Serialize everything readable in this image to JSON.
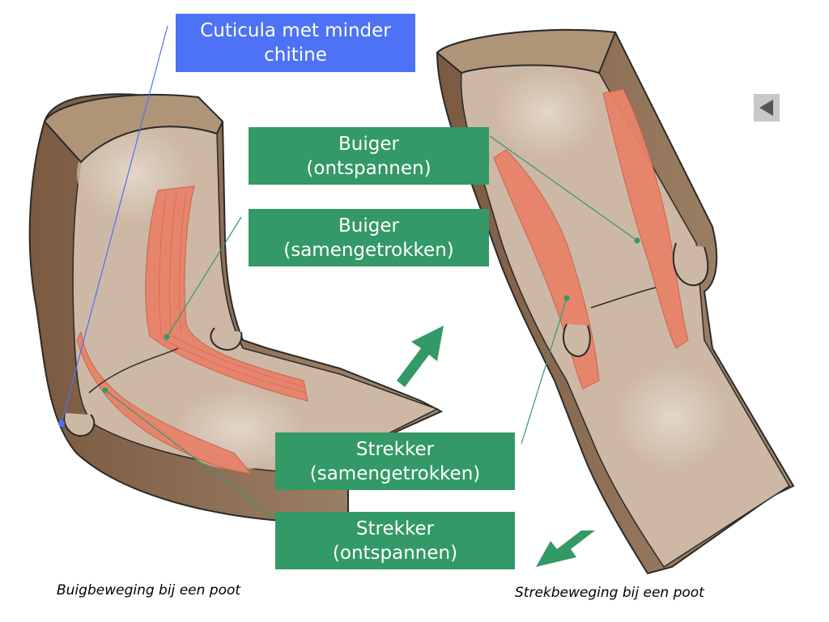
{
  "labels": {
    "cuticula": [
      "Cuticula met minder",
      "chitine"
    ],
    "buiger_ontspannen": [
      "Buiger",
      "(ontspannen)"
    ],
    "buiger_samengetrokken": [
      "Buiger",
      "(samengetrokken)"
    ],
    "strekker_samengetrokken": [
      "Strekker",
      "(samengetrokken)"
    ],
    "strekker_ontspannen": [
      "Strekker",
      "(ontspannen)"
    ]
  },
  "captions": {
    "flexion": "Buigbeweging bij een poot",
    "extension": "Strekbeweging bij een poot"
  },
  "colors": {
    "label_green": "#339966",
    "label_blue": "#4d72f5",
    "arrow_green": "#339966",
    "muscle": "#e8826a",
    "leg_outer": "#a4896e",
    "leg_inner": "#d8c7b5",
    "leg_shell": "#8a6c52"
  },
  "icons": {
    "back": "triangle-left-icon"
  }
}
